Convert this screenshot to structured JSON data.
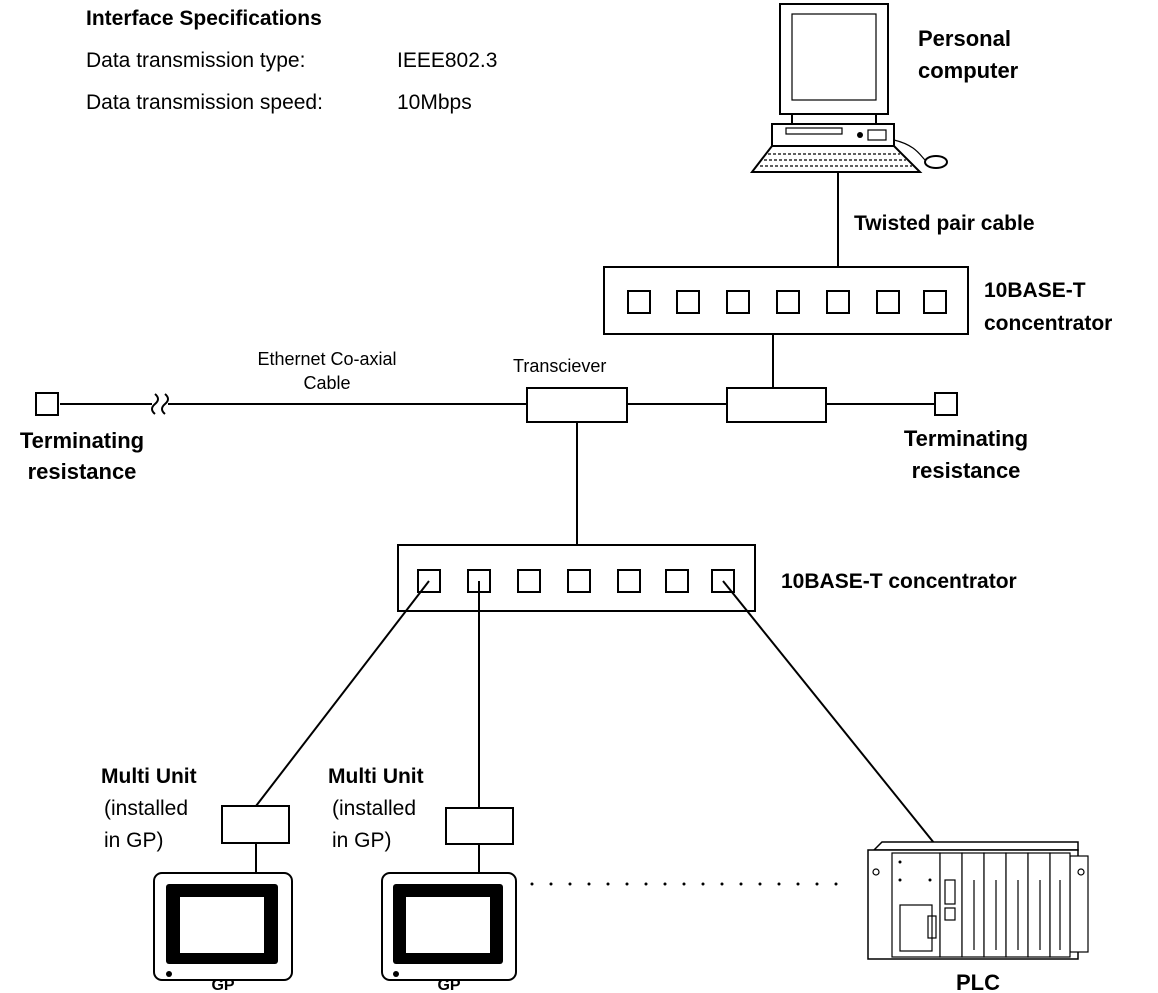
{
  "specs": {
    "title": "Interface Specifications",
    "type_label": "Data transmission type:",
    "type_value": "IEEE802.3",
    "speed_label": "Data transmission speed:",
    "speed_value": "10Mbps"
  },
  "pc": {
    "label_line1": "Personal",
    "label_line2": "computer"
  },
  "twisted_pair": "Twisted pair cable",
  "top_concentrator": {
    "line1": "10BASE-T",
    "line2": "concentrator"
  },
  "coax": {
    "line1": "Ethernet Co-axial",
    "line2": "Cable"
  },
  "transceiver": "Transciever",
  "term_left": {
    "line1": "Terminating",
    "line2": "resistance"
  },
  "term_right": {
    "line1": "Terminating",
    "line2": "resistance"
  },
  "bottom_concentrator": "10BASE-T concentrator",
  "multi_unit_1": {
    "title": "Multi Unit",
    "line2": "(installed",
    "line3": "in GP)"
  },
  "multi_unit_2": {
    "title": "Multi Unit",
    "line2": "(installed",
    "line3": "in GP)"
  },
  "gp_1": "GP",
  "gp_2": "GP",
  "plc": "PLC"
}
